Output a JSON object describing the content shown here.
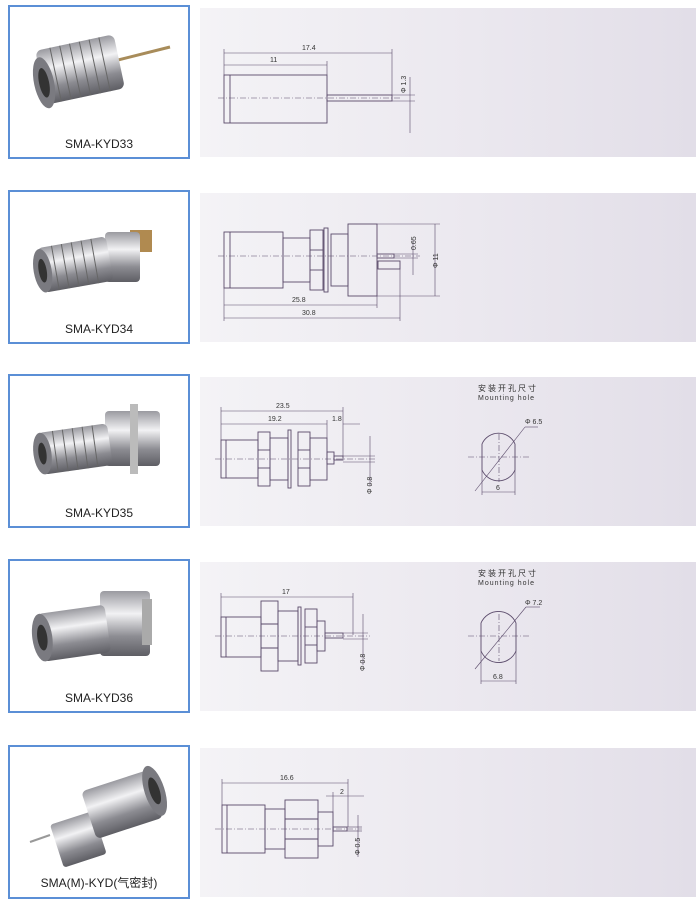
{
  "rows": [
    {
      "model": "SMA-KYD33",
      "dims": [
        "17.4",
        "11",
        "Φ 1.3"
      ]
    },
    {
      "model": "SMA-KYD34",
      "dims": [
        "25.8",
        "30.8",
        "0.65",
        "Φ 11"
      ]
    },
    {
      "model": "SMA-KYD35",
      "dims": [
        "23.5",
        "19.2",
        "1.8",
        "Φ 0.8"
      ],
      "hole": {
        "title_cn": "安装开孔尺寸",
        "title_en": "Mounting hole",
        "diameter": "Φ 6.5",
        "width": "6"
      }
    },
    {
      "model": "SMA-KYD36",
      "dims": [
        "17",
        "Φ 0.8"
      ],
      "hole": {
        "title_cn": "安装开孔尺寸",
        "title_en": "Mounting hole",
        "diameter": "Φ 7.2",
        "width": "6.8"
      }
    },
    {
      "model": "SMA(M)-KYD(气密封)",
      "dims": [
        "16.6",
        "2",
        "Φ 0.5"
      ]
    }
  ]
}
